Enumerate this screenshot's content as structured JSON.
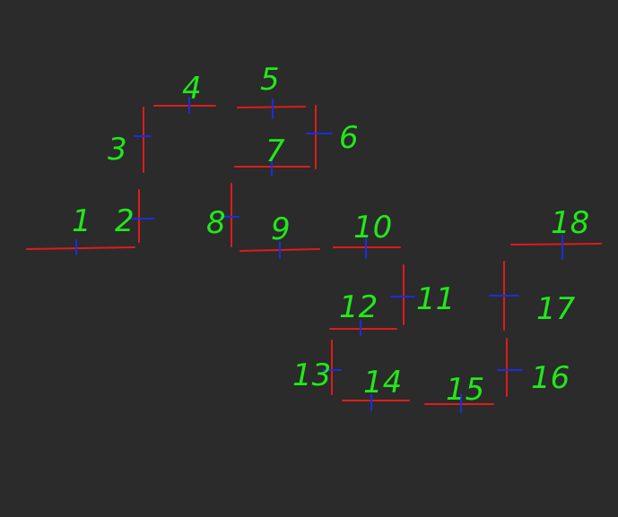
{
  "colors": {
    "background": "#2b2b2b",
    "segment": "#e01b1b",
    "tick": "#1a2ee0",
    "label": "#22e81a"
  },
  "segments": [
    {
      "label": "1"
    },
    {
      "label": "2"
    },
    {
      "label": "3"
    },
    {
      "label": "4"
    },
    {
      "label": "5"
    },
    {
      "label": "6"
    },
    {
      "label": "7"
    },
    {
      "label": "8"
    },
    {
      "label": "9"
    },
    {
      "label": "10"
    },
    {
      "label": "11"
    },
    {
      "label": "12"
    },
    {
      "label": "13"
    },
    {
      "label": "14"
    },
    {
      "label": "15"
    },
    {
      "label": "16"
    },
    {
      "label": "17"
    },
    {
      "label": "18"
    }
  ]
}
